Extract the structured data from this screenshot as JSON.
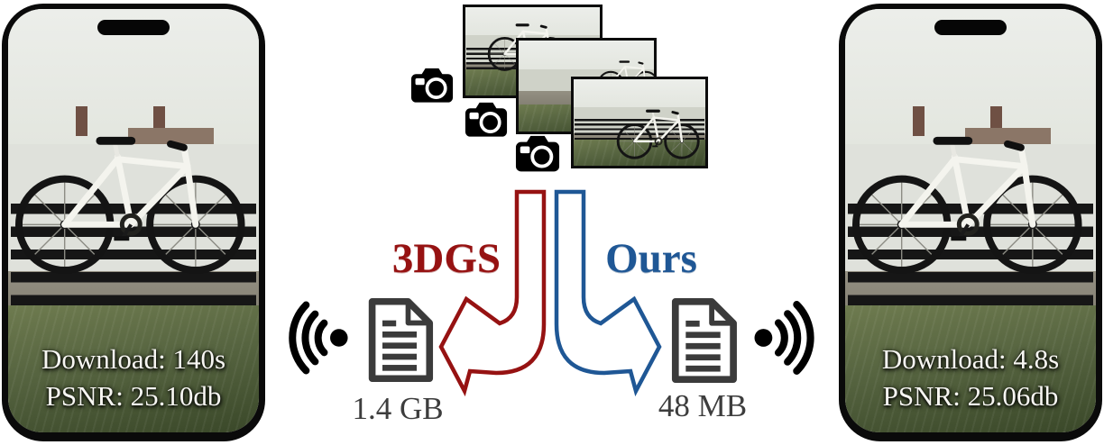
{
  "figure": {
    "background_color": "#ffffff",
    "description_elements": "teaser figure comparing 3DGS vs Ours compression of a captured bicycle scene"
  },
  "phones": {
    "left": {
      "download_label": "Download: 140s",
      "psnr_label": "PSNR: 25.10db"
    },
    "right": {
      "download_label": "Download: 4.8s",
      "psnr_label": "PSNR: 25.06db"
    }
  },
  "capture": {
    "camera_icon_count": 3,
    "photo_count": 3
  },
  "methods": {
    "threedgs": {
      "label": "3DGS",
      "file_size": "1.4 GB",
      "color": "#961212",
      "direction": "left"
    },
    "ours": {
      "label": "Ours",
      "file_size": "48 MB",
      "color": "#1f5795",
      "direction": "right"
    }
  },
  "colors": {
    "document_icon": "#3b3b3b",
    "size_text": "#3d3d3d",
    "signal_icon": "#000000",
    "phone_bezel": "#0a0a0a"
  },
  "icons": {
    "camera": "camera-icon",
    "document": "document-file-icon",
    "signal_left": "wireless-signal-left-icon",
    "signal_right": "wireless-signal-right-icon",
    "notch": "phone-notch"
  }
}
